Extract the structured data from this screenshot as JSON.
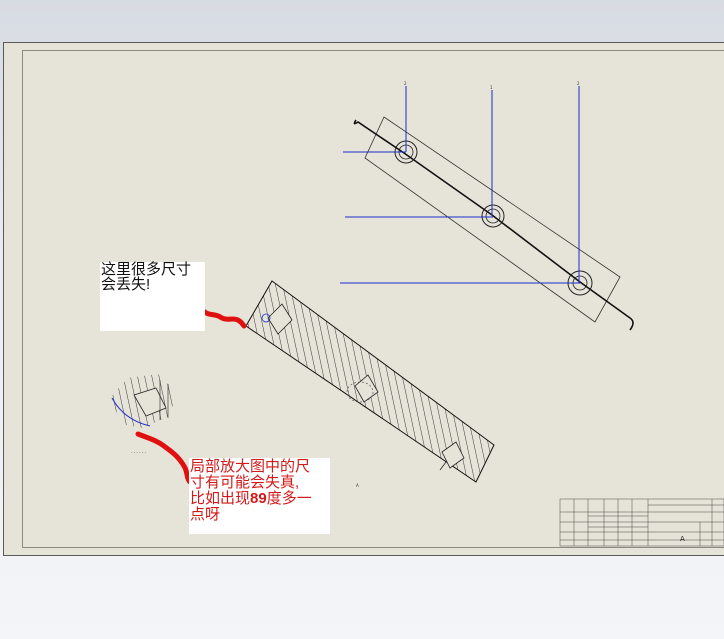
{
  "annotations": {
    "note_top": {
      "line1": "这里很多尺寸",
      "line2": "会丢失!"
    },
    "note_bottom": {
      "line1": "局部放大图中的尺",
      "line2": "寸有可能会失真,",
      "line3_a": "比如出现",
      "line3_number": "89",
      "line3_b": "度多一",
      "line4": "点呀"
    }
  },
  "drawing": {
    "balloon_labels": [
      "2",
      "1",
      "2"
    ],
    "view_label": "A",
    "title_block_letter": "A"
  },
  "colors": {
    "sheet_background": "#e6e4d8",
    "dimension_lines": "#1a2ccc",
    "markup_red": "#e01010",
    "note_red_text": "#d11a1a"
  }
}
